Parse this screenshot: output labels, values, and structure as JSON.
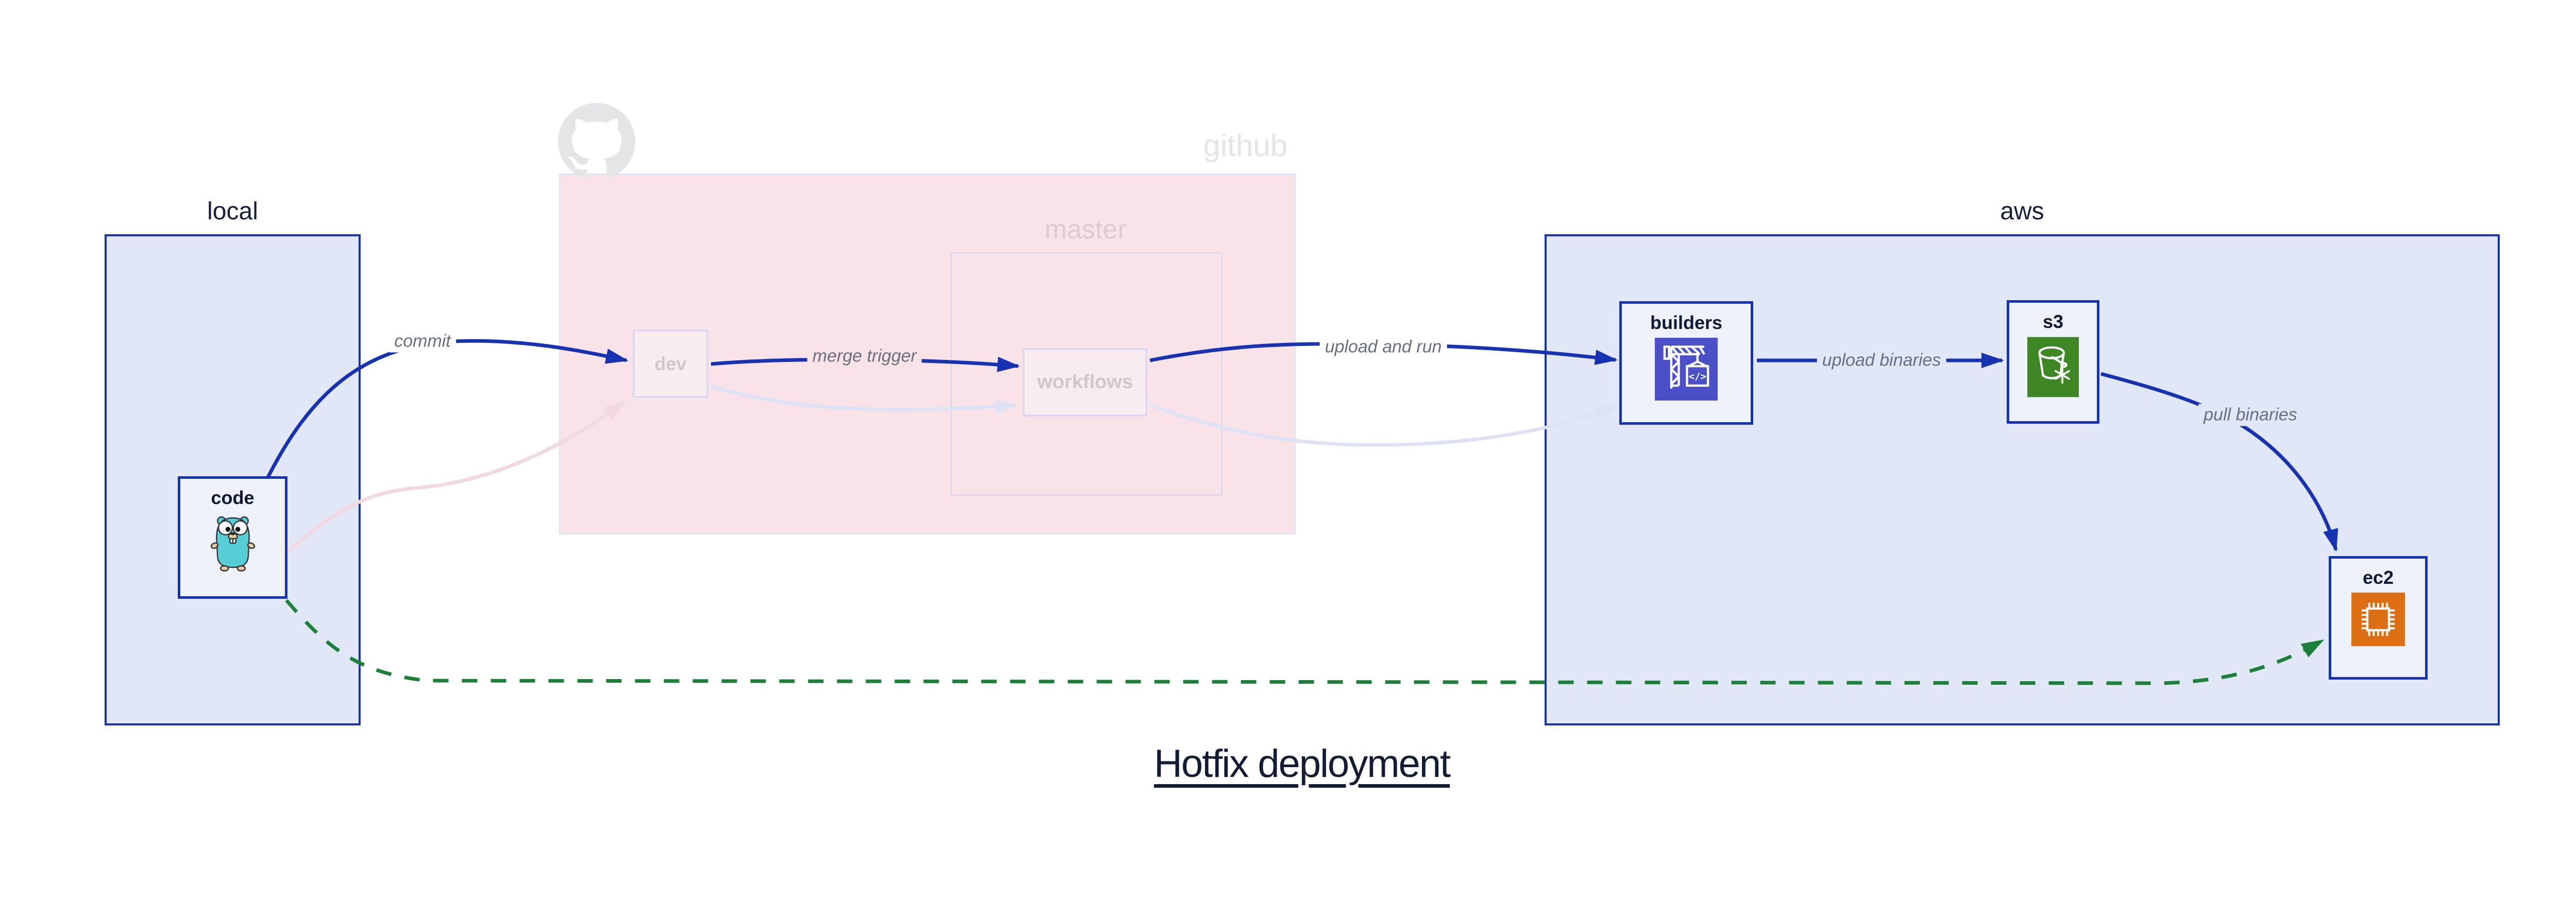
{
  "title": "Hotfix deployment",
  "groups": {
    "local": {
      "label": "local"
    },
    "github": {
      "label": "github",
      "master_label": "master",
      "logo_icon": "github-octocat-icon"
    },
    "aws": {
      "label": "aws"
    }
  },
  "nodes": {
    "code": {
      "label": "code",
      "icon": "go-gopher-icon"
    },
    "dev": {
      "label": "dev"
    },
    "workflows": {
      "label": "workflows"
    },
    "builders": {
      "label": "builders",
      "icon": "aws-codebuild-crane-icon"
    },
    "s3": {
      "label": "s3",
      "icon": "aws-s3-bucket-icon"
    },
    "ec2": {
      "label": "ec2",
      "icon": "aws-ec2-chip-icon"
    }
  },
  "edges": [
    {
      "id": "commit",
      "from": "code",
      "to": "dev",
      "label": "commit",
      "style": "solid-blue"
    },
    {
      "id": "merge-trigger",
      "from": "dev",
      "to": "workflows",
      "label": "merge trigger",
      "style": "solid-blue"
    },
    {
      "id": "upload-and-run",
      "from": "workflows",
      "to": "builders",
      "label": "upload and run",
      "style": "solid-blue"
    },
    {
      "id": "upload-binaries",
      "from": "builders",
      "to": "s3",
      "label": "upload binaries",
      "style": "solid-blue"
    },
    {
      "id": "pull-binaries",
      "from": "s3",
      "to": "ec2",
      "label": "pull binaries",
      "style": "solid-blue"
    },
    {
      "id": "hotfix-direct",
      "from": "code",
      "to": "ec2",
      "label": "",
      "style": "dashed-green"
    },
    {
      "id": "faded-code-dev",
      "from": "code",
      "to": "dev",
      "label": "",
      "style": "faded-pink"
    },
    {
      "id": "faded-dev-workflows",
      "from": "dev",
      "to": "workflows",
      "label": "",
      "style": "faded-lavender"
    },
    {
      "id": "faded-workflows-builders",
      "from": "workflows",
      "to": "builders",
      "label": "",
      "style": "faded-lavender"
    }
  ],
  "colors": {
    "active_blue": "#1733b2",
    "green_dashed": "#1c8039",
    "group_fill": "#e2e7f8",
    "github_fill": "#f9e3e9",
    "node_fill": "#eef2fc",
    "faded_pink": "#f2d8df",
    "faded_lavender": "#dde2f4",
    "edge_label_gray": "#68707e",
    "dark_navy": "#131b35",
    "codebuild_indigo": "#4b4fc8",
    "s3_green": "#3f8624",
    "ec2_orange": "#dd6e13",
    "gopher_teal": "#57cdd6"
  }
}
